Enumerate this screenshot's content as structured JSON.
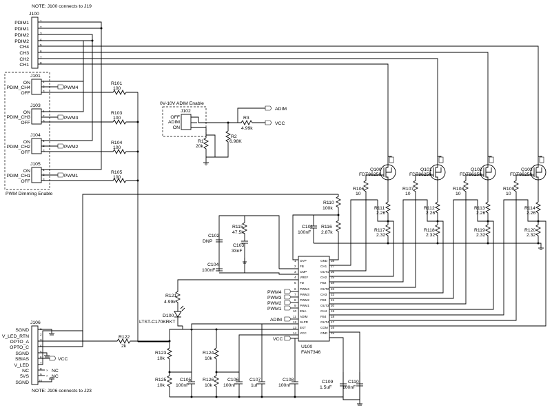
{
  "notes": {
    "top": "NOTE: J100 connects to J19",
    "bottom": "NOTE: J106 connects to J23",
    "pwm_enable": "PWM Dimming Enable",
    "adim_enable": "0V-10V ADIM Enable"
  },
  "j100": {
    "ref": "J100",
    "pins": [
      "PDIM1",
      "PDIM1",
      "PDIM2",
      "PDIM2",
      "CH4",
      "CH3",
      "CH2",
      "CH1"
    ],
    "nums": [
      "1",
      "2",
      "3",
      "4",
      "5",
      "6",
      "7",
      "8"
    ]
  },
  "jumpers": [
    {
      "ref": "J101",
      "mid": "PDIM_CH4",
      "net": "PWM4"
    },
    {
      "ref": "J103",
      "mid": "PDIM_CH3",
      "net": "PWM3"
    },
    {
      "ref": "J104",
      "mid": "PDIM_CH2",
      "net": "PWM2"
    },
    {
      "ref": "J105",
      "mid": "PDIM_CH1",
      "net": "PWM1"
    }
  ],
  "jumper_common": {
    "on": "ON",
    "off": "OFF",
    "n1": "1",
    "n2": "2",
    "n3": "3"
  },
  "pwm_resistors": [
    {
      "ref": "R101",
      "val": "100"
    },
    {
      "ref": "R103",
      "val": "100"
    },
    {
      "ref": "R104",
      "val": "100"
    },
    {
      "ref": "R105",
      "val": "100"
    }
  ],
  "j102": {
    "ref": "J102",
    "pins": [
      "OFF",
      "ADIM",
      "ON"
    ]
  },
  "adim_parts": {
    "r3_ref": "R3",
    "r3_val": "4.99k",
    "r1_ref": "R1",
    "r1_val": "20k",
    "r2_ref": "R2",
    "r2_val": "6.98K",
    "adim_net": "ADIM",
    "vcc_net": "VCC"
  },
  "channels": [
    {
      "q": "Q100",
      "part": "FDT86256",
      "rg": "R106",
      "rgv": "10",
      "rs1": "R111",
      "rs1v": "2.26",
      "rs2": "R117",
      "rs2v": "2.32"
    },
    {
      "q": "Q101",
      "part": "FDT86256",
      "rg": "R107",
      "rgv": "10",
      "rs1": "R112",
      "rs1v": "2.26",
      "rs2": "R118",
      "rs2v": "2.32"
    },
    {
      "q": "Q102",
      "part": "FDT86256",
      "rg": "R108",
      "rgv": "10",
      "rs1": "R113",
      "rs1v": "2.26",
      "rs2": "R119",
      "rs2v": "2.32"
    },
    {
      "q": "Q103",
      "part": "FDT86256",
      "rg": "R109",
      "rgv": "10",
      "rs1": "R114",
      "rs1v": "2.26",
      "rs2": "R120",
      "rs2v": "2.32"
    }
  ],
  "ic": {
    "ref": "U100",
    "part": "FAN7346",
    "left_pins": [
      "OVP",
      "FB",
      "CMP",
      "VREF",
      "FD",
      "PWM4",
      "PWM3",
      "PWM2",
      "PWM1",
      "ENA",
      "ADIM",
      "SLPR",
      "EXT",
      "VCC"
    ],
    "left_nums": [
      "1",
      "2",
      "3",
      "4",
      "5",
      "6",
      "7",
      "8",
      "9",
      "10",
      "11",
      "12",
      "13",
      "14"
    ],
    "right_pins": [
      "GND",
      "CH1",
      "OUT1",
      "CH2",
      "FB2",
      "OUT2",
      "CH3",
      "FB3",
      "OUT3",
      "CH4",
      "FB4",
      "OUT4",
      "COM",
      "GND"
    ],
    "right_nums": [
      "28",
      "27",
      "26",
      "25",
      "24",
      "23",
      "22",
      "21",
      "20",
      "19",
      "18",
      "17",
      "16",
      "15"
    ],
    "nets_in": [
      "PWM4",
      "PWM3",
      "PWM2",
      "PWM1",
      "ADIM",
      "VCC"
    ]
  },
  "comp": {
    "r110_ref": "R110",
    "r110_val": "100k",
    "r116_ref": "R116",
    "r116_val": "2.87k",
    "c101_ref": "C101",
    "c101_val": "100nF",
    "r115_ref": "R115",
    "r115_val": "47.5k",
    "c102_ref": "C102",
    "c102_val": "DNP",
    "c103_ref": "C103",
    "c103_val": "33nF",
    "c104_ref": "C104",
    "c104_val": "100nF",
    "r121_ref": "R121",
    "r121_val": "4.99k",
    "d100_ref": "D100",
    "d100_val": "LTST-C170KRKT"
  },
  "j106": {
    "ref": "J106",
    "pins": [
      "SGND",
      "V_LED_RTN",
      "OPTO_A",
      "OPTO_C",
      "SGND",
      "SBIAS",
      "V_LED",
      "NC",
      "5VS",
      "SGND"
    ],
    "nums": [
      "1",
      "2",
      "3",
      "4",
      "5",
      "6",
      "7",
      "8",
      "9",
      "10"
    ],
    "vcc": "VCC",
    "nc1": "NC",
    "nc2": "NC"
  },
  "bottom_parts": {
    "r122_ref": "R122",
    "r122_val": "2k",
    "r123_ref": "R123",
    "r123_val": "10k",
    "r125_ref": "R125",
    "r125_val": "10k",
    "r124_ref": "R124",
    "r124_val": "10k",
    "r126_ref": "R126",
    "r126_val": "10k",
    "c105_ref": "C105",
    "c105_val": "100nF",
    "c106_ref": "C106",
    "c106_val": "100nF",
    "c107_ref": "C107",
    "c107_val": "1uF",
    "c108_ref": "C108",
    "c108_val": "100nF",
    "c109_ref": "C109",
    "c109_val": "1.5uF",
    "c110_ref": "C110",
    "c110_val": "100nF"
  }
}
